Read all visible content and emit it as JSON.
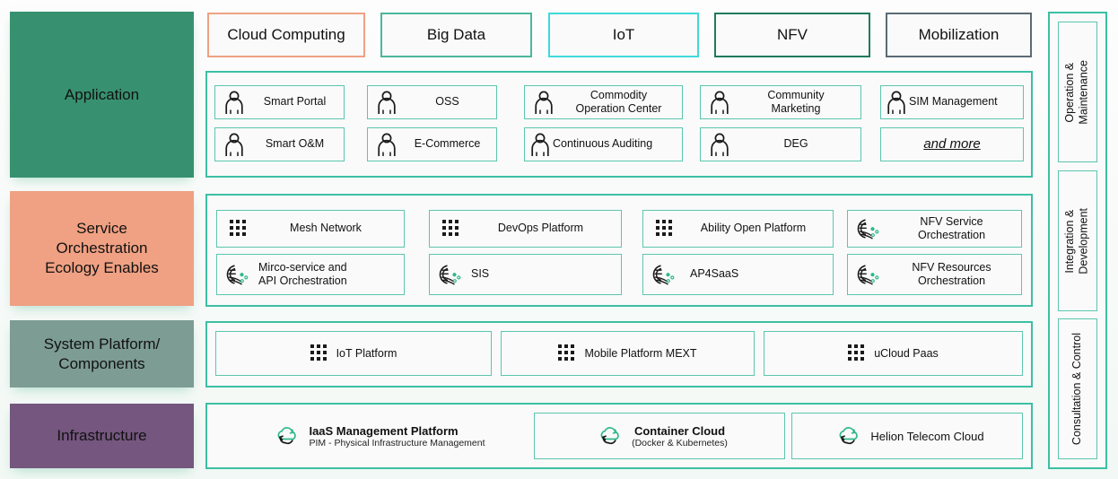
{
  "colors": {
    "teal_border": "#3dbfa4",
    "cell_border": "#5cc6ae",
    "application_fill": "#379170",
    "service_fill": "#f0a183",
    "system_fill": "#7d9c93",
    "infra_fill": "#74567e",
    "tag_cloud": "#f0a183",
    "tag_bigdata": "#4bb79b",
    "tag_iot": "#3fd9d9",
    "tag_nfv": "#1f7a5e",
    "tag_mobilization": "#5a6b75",
    "icon_green": "#2eb88c",
    "icon_black": "#1a1a1a"
  },
  "tags": [
    {
      "label": "Cloud Computing",
      "color": "#f0a183"
    },
    {
      "label": "Big Data",
      "color": "#4bb79b"
    },
    {
      "label": "IoT",
      "color": "#3fd9d9"
    },
    {
      "label": "NFV",
      "color": "#1f7a5e"
    },
    {
      "label": "Mobilization",
      "color": "#5a6b75"
    }
  ],
  "layers": [
    {
      "label": "Application",
      "fill": "#379170"
    },
    {
      "label": "Service\nOrchestration\nEcology Enables",
      "fill": "#f0a183"
    },
    {
      "label": "System Platform/\nComponents",
      "fill": "#7d9c93"
    },
    {
      "label": "Infrastructure",
      "fill": "#74567e"
    }
  ],
  "application_items": [
    {
      "label": "Smart Portal",
      "icon": "person-icon"
    },
    {
      "label": "OSS",
      "icon": "person-icon"
    },
    {
      "label": "Commodity\nOperation Center",
      "icon": "person-icon"
    },
    {
      "label": "Community\nMarketing",
      "icon": "person-icon"
    },
    {
      "label": "SIM Management",
      "icon": "person-icon"
    },
    {
      "label": "Smart O&M",
      "icon": "person-icon"
    },
    {
      "label": "E-Commerce",
      "icon": "person-icon"
    },
    {
      "label": "Continuous Auditing",
      "icon": "person-icon"
    },
    {
      "label": "DEG",
      "icon": "person-icon"
    },
    {
      "label": "and more",
      "icon": "none"
    }
  ],
  "service_items": [
    {
      "label": "Mesh Network",
      "icon": "grid-dots-icon"
    },
    {
      "label": "DevOps Platform",
      "icon": "grid-dots-icon"
    },
    {
      "label": "Ability Open Platform",
      "icon": "grid-dots-icon"
    },
    {
      "label": "NFV Service\nOrchestration",
      "icon": "orchestration-icon"
    },
    {
      "label": "Mirco-service and\nAPI Orchestration",
      "icon": "orchestration-icon"
    },
    {
      "label": "SIS",
      "icon": "orchestration-icon"
    },
    {
      "label": "AP4SaaS",
      "icon": "orchestration-icon"
    },
    {
      "label": "NFV Resources\nOrchestration",
      "icon": "orchestration-icon"
    }
  ],
  "system_items": [
    {
      "label": "IoT Platform",
      "icon": "grid-dots-icon"
    },
    {
      "label": "Mobile Platform MEXT",
      "icon": "grid-dots-icon"
    },
    {
      "label": "uCloud Paas",
      "icon": "grid-dots-icon"
    }
  ],
  "infrastructure_items": [
    {
      "title": "IaaS Management Platform",
      "subtitle": "PIM - Physical Infrastructure Management",
      "icon": "cloud-icon",
      "bordered": false
    },
    {
      "title": "Container Cloud",
      "subtitle": "(Docker & Kubernetes)",
      "icon": "cloud-icon",
      "bordered": true
    },
    {
      "title": "Helion Telecom Cloud",
      "subtitle": "",
      "icon": "cloud-icon",
      "bordered": true
    }
  ],
  "rail_items": [
    {
      "label": "Operation &\nMaintenance"
    },
    {
      "label": "Integration &\nDevelopment"
    },
    {
      "label": "Consultation & Control"
    }
  ]
}
